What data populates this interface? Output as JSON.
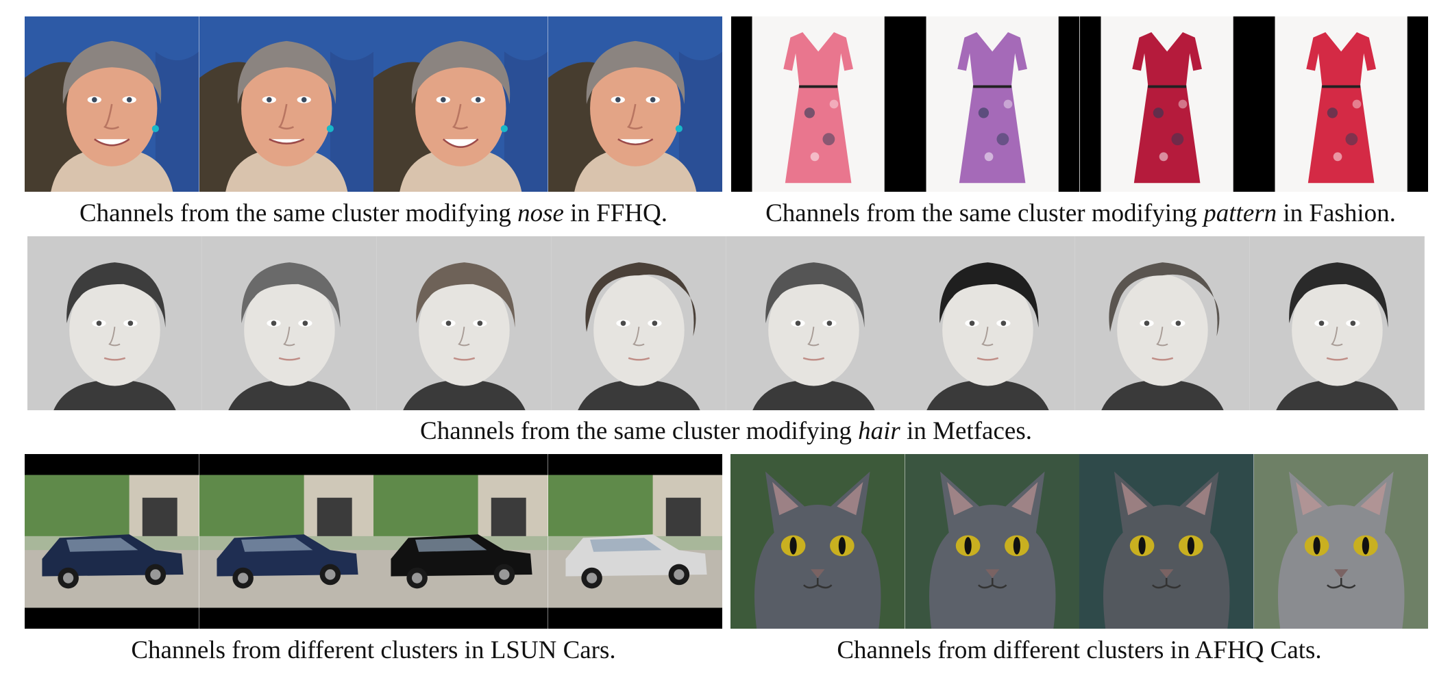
{
  "figure": {
    "panels": [
      {
        "id": "ffhq",
        "caption": {
          "prefix": "Channels from the same cluster modifying ",
          "attribute": "nose",
          "suffix": " in FFHQ."
        },
        "image_count": 4
      },
      {
        "id": "fashion",
        "caption": {
          "prefix": "Channels from the same cluster modifying ",
          "attribute": "pattern",
          "suffix": " in Fashion."
        },
        "image_count": 4,
        "dress_colors": [
          "#e9768e",
          "#a56ab8",
          "#b51b3c",
          "#d42a45"
        ]
      },
      {
        "id": "metfaces",
        "caption": {
          "prefix": "Channels from the same cluster modifying ",
          "attribute": "hair",
          "suffix": " in Metfaces."
        },
        "image_count": 8
      },
      {
        "id": "cars",
        "caption": {
          "text": "Channels from different clusters in LSUN Cars."
        },
        "image_count": 4
      },
      {
        "id": "cats",
        "caption": {
          "text": "Channels from different clusters in AFHQ Cats."
        },
        "image_count": 4
      }
    ]
  }
}
